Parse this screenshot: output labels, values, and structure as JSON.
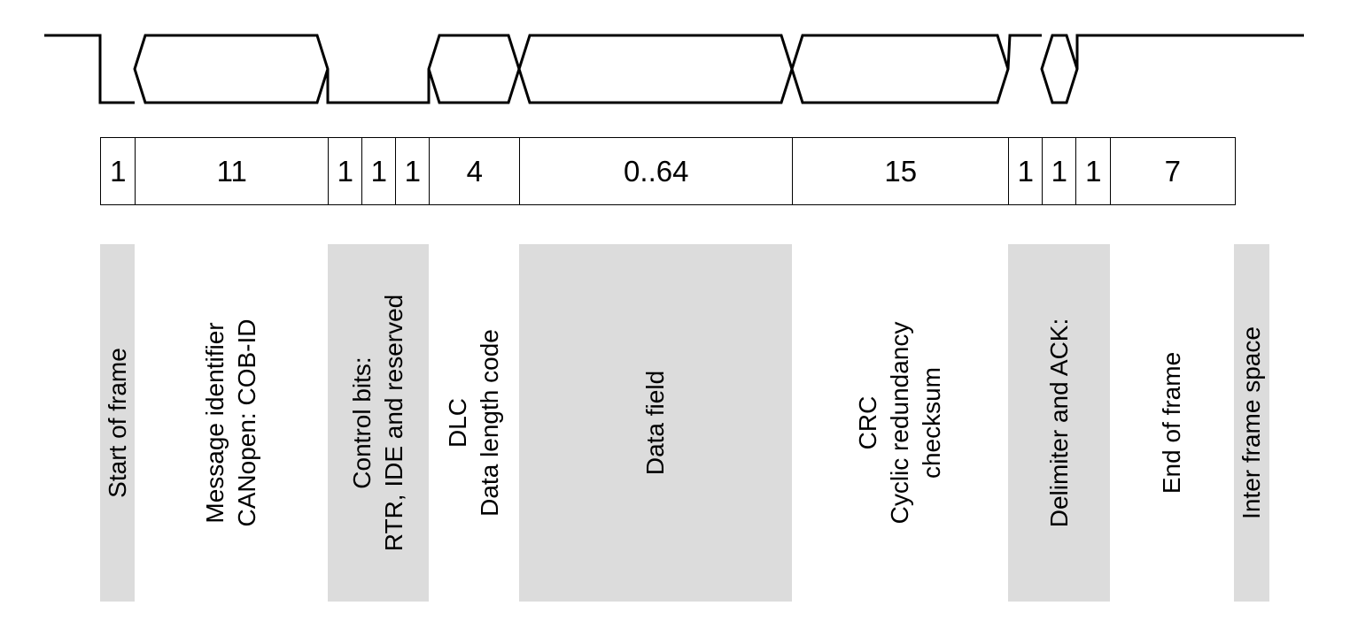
{
  "fields": [
    {
      "bits": "1",
      "lines": [
        "Start of frame"
      ],
      "shaded": true
    },
    {
      "bits": "11",
      "lines": [
        "Message identifier",
        "CANopen: COB-ID"
      ],
      "shaded": false
    },
    {
      "bits": "1",
      "lines": [
        "Control bits:",
        "RTR, IDE and reserved"
      ],
      "shaded": true
    },
    {
      "bits": "1",
      "lines": [],
      "shaded": true
    },
    {
      "bits": "1",
      "lines": [],
      "shaded": true
    },
    {
      "bits": "4",
      "lines": [
        "DLC",
        "Data length code"
      ],
      "shaded": false
    },
    {
      "bits": "0..64",
      "lines": [
        "Data field"
      ],
      "shaded": true
    },
    {
      "bits": "15",
      "lines": [
        "CRC",
        "Cyclic redundancy",
        "checksum"
      ],
      "shaded": false
    },
    {
      "bits": "1",
      "lines": [
        "Delimiter and ACK:"
      ],
      "shaded": true
    },
    {
      "bits": "1",
      "lines": [],
      "shaded": true
    },
    {
      "bits": "1",
      "lines": [],
      "shaded": true
    },
    {
      "bits": "7",
      "lines": [
        "End of frame"
      ],
      "shaded": false
    },
    {
      "bits": "",
      "lines": [
        "Inter frame space"
      ],
      "shaded": true
    }
  ]
}
